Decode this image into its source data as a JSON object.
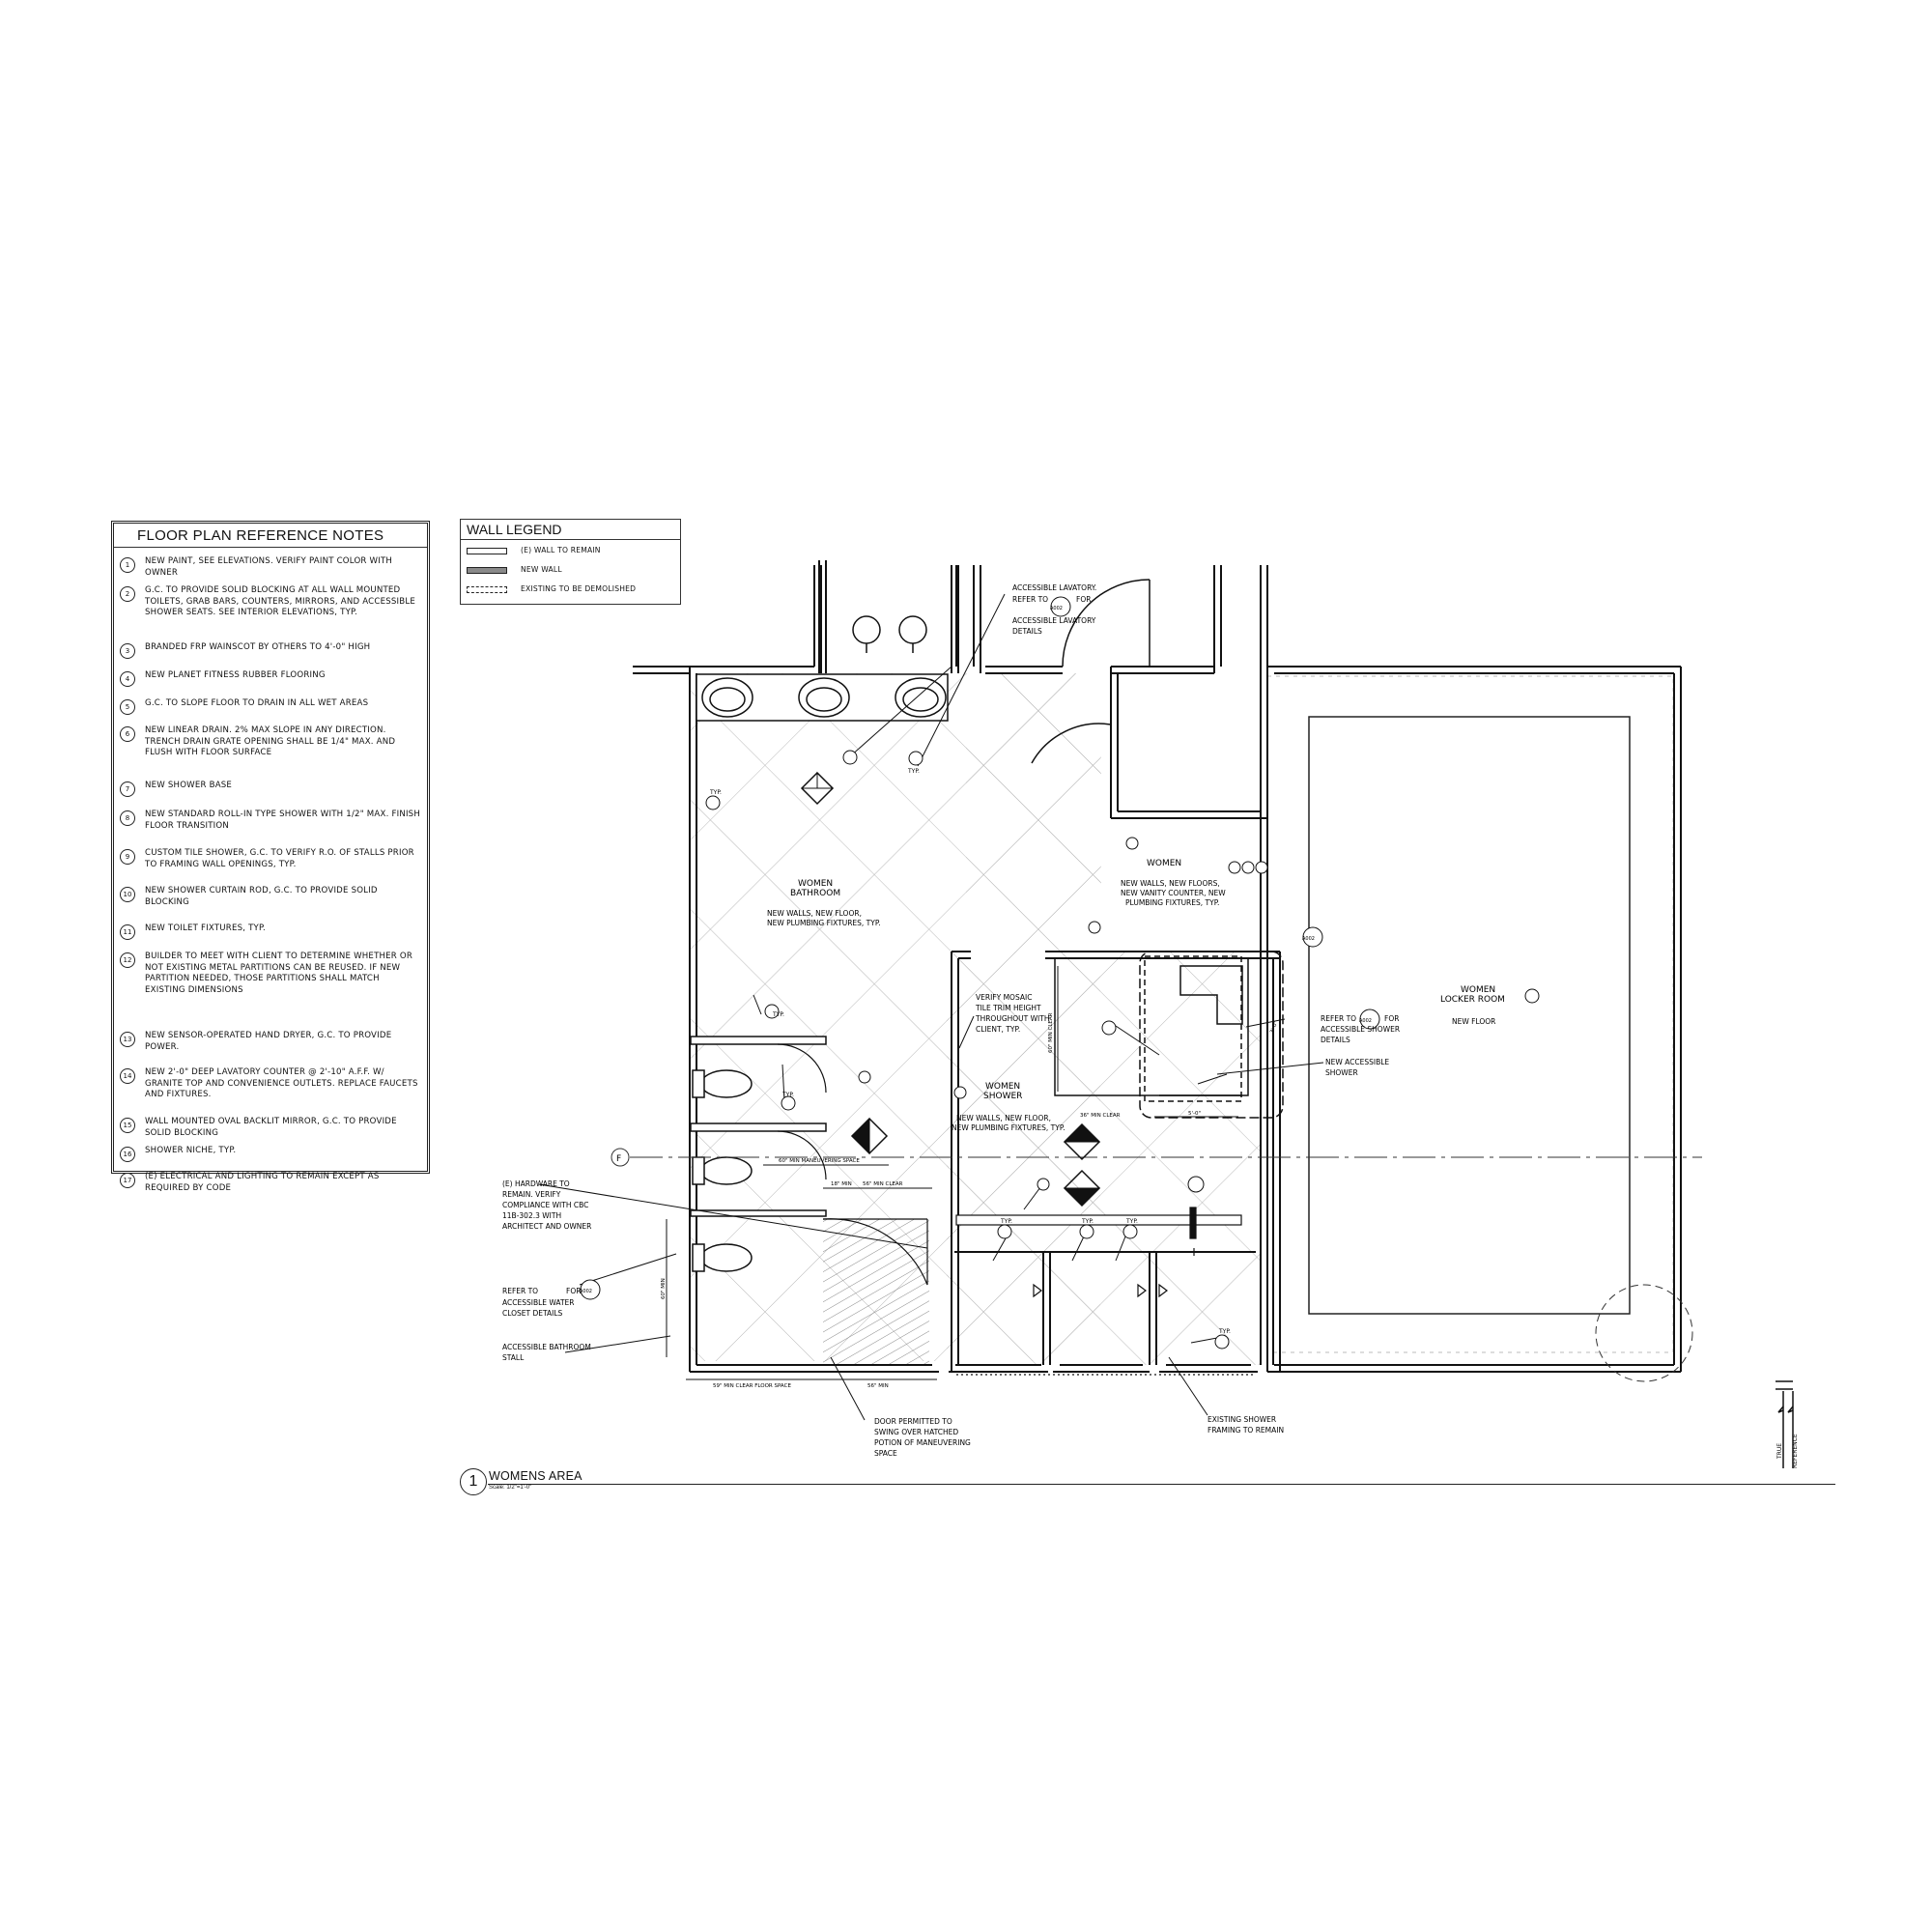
{
  "floor_plan_notes": {
    "title": "FLOOR PLAN REFERENCE NOTES",
    "items": [
      {
        "num": "1",
        "text": "NEW PAINT, SEE ELEVATIONS. VERIFY PAINT COLOR WITH OWNER"
      },
      {
        "num": "2",
        "text": "G.C. TO PROVIDE SOLID BLOCKING AT ALL WALL MOUNTED TOILETS, GRAB BARS, COUNTERS, MIRRORS, AND ACCESSIBLE SHOWER SEATS. SEE INTERIOR ELEVATIONS, TYP."
      },
      {
        "num": "3",
        "text": "BRANDED FRP WAINSCOT BY OTHERS TO 4'-0\" HIGH"
      },
      {
        "num": "4",
        "text": "NEW PLANET FITNESS RUBBER FLOORING"
      },
      {
        "num": "5",
        "text": "G.C. TO SLOPE FLOOR TO DRAIN IN ALL WET AREAS"
      },
      {
        "num": "6",
        "text": "NEW LINEAR DRAIN. 2% MAX SLOPE IN ANY DIRECTION. TRENCH DRAIN GRATE OPENING SHALL BE 1/4\" MAX. AND FLUSH WITH FLOOR SURFACE"
      },
      {
        "num": "7",
        "text": "NEW SHOWER BASE"
      },
      {
        "num": "8",
        "text": "NEW STANDARD ROLL-IN TYPE SHOWER WITH 1/2\" MAX. FINISH FLOOR TRANSITION"
      },
      {
        "num": "9",
        "text": "CUSTOM TILE SHOWER, G.C. TO VERIFY R.O. OF STALLS PRIOR TO FRAMING WALL OPENINGS, TYP."
      },
      {
        "num": "10",
        "text": "NEW SHOWER CURTAIN ROD, G.C. TO PROVIDE SOLID BLOCKING"
      },
      {
        "num": "11",
        "text": "NEW TOILET FIXTURES, TYP."
      },
      {
        "num": "12",
        "text": "BUILDER TO MEET WITH CLIENT TO DETERMINE WHETHER OR NOT EXISTING METAL PARTITIONS CAN BE REUSED. IF NEW PARTITION NEEDED, THOSE PARTITIONS SHALL MATCH EXISTING DIMENSIONS"
      },
      {
        "num": "13",
        "text": "NEW SENSOR-OPERATED HAND DRYER, G.C. TO PROVIDE POWER."
      },
      {
        "num": "14",
        "text": "NEW 2'-0\" DEEP LAVATORY COUNTER @ 2'-10\" A.F.F. W/ GRANITE TOP AND CONVENIENCE OUTLETS. REPLACE FAUCETS AND FIXTURES."
      },
      {
        "num": "15",
        "text": "WALL MOUNTED OVAL BACKLIT MIRROR, G.C. TO PROVIDE SOLID BLOCKING"
      },
      {
        "num": "16",
        "text": "SHOWER NICHE, TYP."
      },
      {
        "num": "17",
        "text": "(E) ELECTRICAL AND LIGHTING TO REMAIN EXCEPT AS REQUIRED BY CODE"
      }
    ]
  },
  "wall_legend": {
    "title": "WALL LEGEND",
    "items": [
      {
        "type": "remain",
        "label": "(E) WALL TO REMAIN"
      },
      {
        "type": "new",
        "label": "NEW WALL"
      },
      {
        "type": "demo",
        "label": "EXISTING TO BE DEMOLISHED"
      }
    ]
  },
  "rooms": {
    "bathroom": {
      "name_1": "WOMEN",
      "name_2": "BATHROOM",
      "note_1": "NEW WALLS, NEW FLOOR,",
      "note_2": "NEW PLUMBING FIXTURES, TYP."
    },
    "women": {
      "name": "WOMEN",
      "note_1": "NEW WALLS, NEW FLOORS,",
      "note_2": "NEW VANITY COUNTER, NEW",
      "note_3": "PLUMBING FIXTURES, TYP."
    },
    "shower": {
      "name_1": "WOMEN",
      "name_2": "SHOWER",
      "note_1": "NEW WALLS, NEW FLOOR,",
      "note_2": "NEW PLUMBING FIXTURES, TYP."
    },
    "locker": {
      "name_1": "WOMEN",
      "name_2": "LOCKER ROOM",
      "note": "NEW FLOOR"
    }
  },
  "callouts": {
    "lavatory": [
      "ACCESSIBLE LAVATORY.",
      "REFER TO",
      "FOR",
      "ACCESSIBLE LAVATORY",
      "DETAILS"
    ],
    "mosaic": [
      "VERIFY MOSAIC",
      "TILE TRIM HEIGHT",
      "THROUGHOUT WITH",
      "CLIENT, TYP."
    ],
    "shower_details": [
      "REFER TO",
      "FOR",
      "ACCESSIBLE SHOWER",
      "DETAILS"
    ],
    "new_shower": [
      "NEW ACCESSIBLE",
      "SHOWER"
    ],
    "hardware": [
      "(E) HARDWARE TO",
      "REMAIN. VERIFY",
      "COMPLIANCE WITH CBC",
      "11B-302.3 WITH",
      "ARCHITECT AND OWNER"
    ],
    "water_closet": [
      "REFER TO",
      "FOR",
      "ACCESSIBLE WATER",
      "CLOSET DETAILS"
    ],
    "stall": [
      "ACCESSIBLE BATHROOM",
      "STALL"
    ],
    "door": [
      "DOOR PERMITTED TO",
      "SWING OVER HATCHED",
      "POTION OF MANEUVERING",
      "SPACE"
    ],
    "existing_shower": [
      "EXISTING SHOWER",
      "FRAMING TO REMAIN"
    ]
  },
  "dimensions": {
    "maneuvering": "60\" MIN MANEUVERING SPACE",
    "min_18": "18\" MIN",
    "clear_56": "56\" MIN CLEAR",
    "clear_60": "60\" MIN CLEAR",
    "clear_36": "36\" MIN CLEAR",
    "floor_space": "59\" MIN CLEAR FLOOR SPACE",
    "min_56": "56\" MIN",
    "min_60": "60\" MIN",
    "dim_3_0": "3'-0\"",
    "dim_5_0": "5'-0\""
  },
  "labels": {
    "typ": "TYP.",
    "grid": "F",
    "north_1": "True",
    "north_2": "Reference"
  },
  "tags": {
    "detail_ref": "A002"
  },
  "drawing_title": {
    "number": "1",
    "title": "WOMENS AREA",
    "scale": "Scale: 1/2\"=1'-0\""
  }
}
